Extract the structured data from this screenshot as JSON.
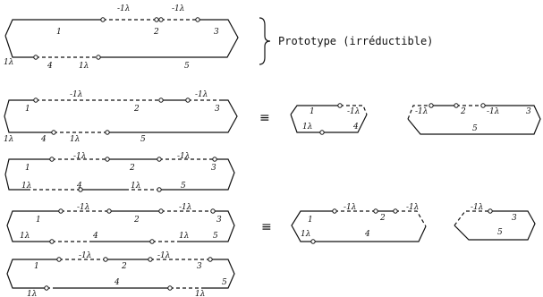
{
  "prototype_label": "Prototype (irréductible)",
  "equiv": "≡",
  "figures": [
    {
      "name": "prototype",
      "top": [
        "-1λ",
        "2",
        "-1λ",
        "3"
      ],
      "top_left": "1",
      "bottom": [
        "4",
        "1λ",
        "5"
      ],
      "bottom_left": "1λ"
    },
    {
      "name": "figure-2",
      "top": [
        "1",
        "-1λ",
        "2",
        "-1λ",
        "3"
      ],
      "bottom": [
        "1λ",
        "4",
        "1λ",
        "5"
      ]
    },
    {
      "name": "figure-2-part-a",
      "top": [
        "1",
        "-1λ"
      ],
      "bottom": [
        "1λ",
        "4"
      ]
    },
    {
      "name": "figure-2-part-b",
      "top": [
        "-1λ",
        "2",
        "-1λ",
        "3"
      ],
      "bottom": [
        "5"
      ]
    },
    {
      "name": "figure-3",
      "top": [
        "1",
        "-1λ",
        "2",
        "-1λ",
        "3"
      ],
      "bottom": [
        "1λ",
        "4",
        "1λ",
        "5"
      ]
    },
    {
      "name": "figure-4",
      "top": [
        "1",
        "-1λ",
        "2",
        "-1λ",
        "3"
      ],
      "bottom": [
        "1λ",
        "4",
        "1λ",
        "5"
      ]
    },
    {
      "name": "figure-4-part-a",
      "top": [
        "1",
        "-1λ",
        "2",
        "-1λ"
      ],
      "bottom": [
        "1λ",
        "4"
      ]
    },
    {
      "name": "figure-4-part-b",
      "top": [
        "-1λ",
        "3"
      ],
      "bottom": [
        "5"
      ]
    },
    {
      "name": "figure-5",
      "top": [
        "1",
        "-1λ",
        "2",
        "-1λ",
        "3"
      ],
      "bottom": [
        "1λ",
        "4",
        "1λ",
        "5"
      ]
    }
  ]
}
